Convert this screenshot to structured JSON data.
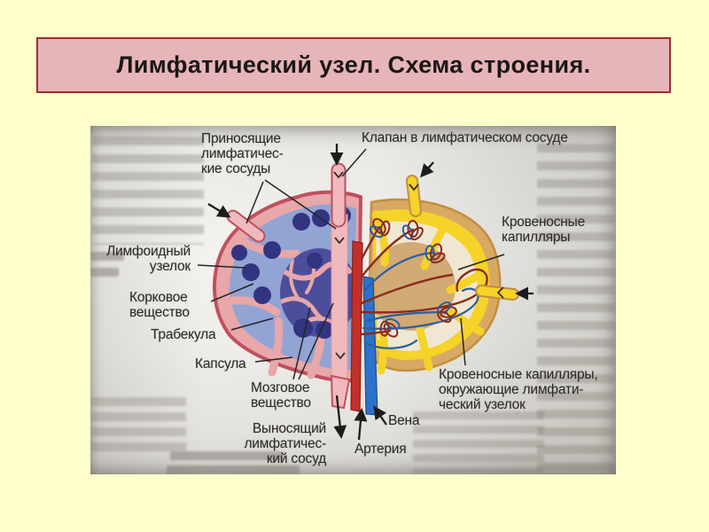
{
  "slide": {
    "title": "Лимфатический узел. Схема строения."
  },
  "diagram": {
    "labels": {
      "afferent": "Приносящие\nлимфатичес-\nкие сосуды",
      "valve": "Клапан в лимфатическом сосуде",
      "capillaries": "Кровеносные\nкапилляры",
      "lymphoid_nodule": "Лимфоидный\nузелок",
      "cortex": "Корковое\nвещество",
      "trabecula": "Трабекула",
      "capsule": "Капсула",
      "medulla": "Мозговое\nвещество",
      "efferent": "Выносящий\nлимфатичес-\nкий сосуд",
      "vein": "Вена",
      "artery": "Артерия",
      "capillaries_around_nodule": "Кровеносные капилляры,\nокружающие лимфати-\nческий узелок"
    },
    "palette": {
      "slide_background": "#FFFFCC",
      "banner_background": "#E6B5B9",
      "banner_border": "#9B3030",
      "scan_paper": "#EDECE8",
      "capsule_pink": "#E8A7A9",
      "capsule_outline": "#C0505E",
      "cortex_blue": "#92A4D4",
      "nodule_navy": "#323480",
      "medulla_blue": "#4C4E9C",
      "right_half_yellow": "#F5D329",
      "right_half_outline": "#C28F3F",
      "inner_band_ochre": "#D8A963",
      "compartment_cream": "#F0E7D2",
      "core_tan": "#CDA369",
      "capillary_red": "#8C2A1A",
      "capillary_blue": "#2A5EA4",
      "artery_red": "#C23028",
      "vein_blue": "#2B72C8",
      "lymph_vessel_pink": "#F0B9BD"
    }
  }
}
